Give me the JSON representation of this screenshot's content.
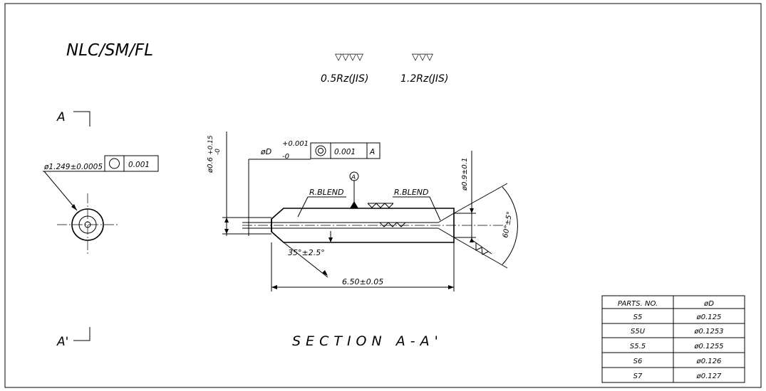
{
  "drawing": {
    "code": "NLC/SM/FL",
    "section_marker_top": "A",
    "section_marker_bottom": "A'",
    "section_title": "SECTION A-A'",
    "surface_finish": [
      {
        "symbol": "▽▽▽▽",
        "value": "0.5Rz(JIS)"
      },
      {
        "symbol": "▽▽▽",
        "value": "1.2Rz(JIS)"
      }
    ]
  },
  "end_view": {
    "diameter": "ø1.249±0.0005",
    "tolerance_value": "0.001"
  },
  "section_view": {
    "hole_diameter_main": "ø0.6",
    "hole_diameter_upper": "+0.15",
    "hole_diameter_lower": "-0",
    "bore_label": "øD",
    "bore_tol_upper": "+0.001",
    "bore_tol_lower": "-0",
    "concentricity_value": "0.001",
    "datum_ref": "A",
    "datum_marker": "A",
    "blend_left": "R.BLEND",
    "blend_right": "R.BLEND",
    "exit_diameter": "ø0.9±0.1",
    "cone_angle": "60°±5°",
    "chamfer_angle": "35°±2.5°",
    "length": "6.50±0.05"
  },
  "parts_table": {
    "headers": [
      "PARTS. NO.",
      "øD"
    ],
    "rows": [
      [
        "S5",
        "ø0.125"
      ],
      [
        "S5U",
        "ø0.1253"
      ],
      [
        "S5.5",
        "ø0.1255"
      ],
      [
        "S6",
        "ø0.126"
      ],
      [
        "S7",
        "ø0.127"
      ]
    ]
  }
}
